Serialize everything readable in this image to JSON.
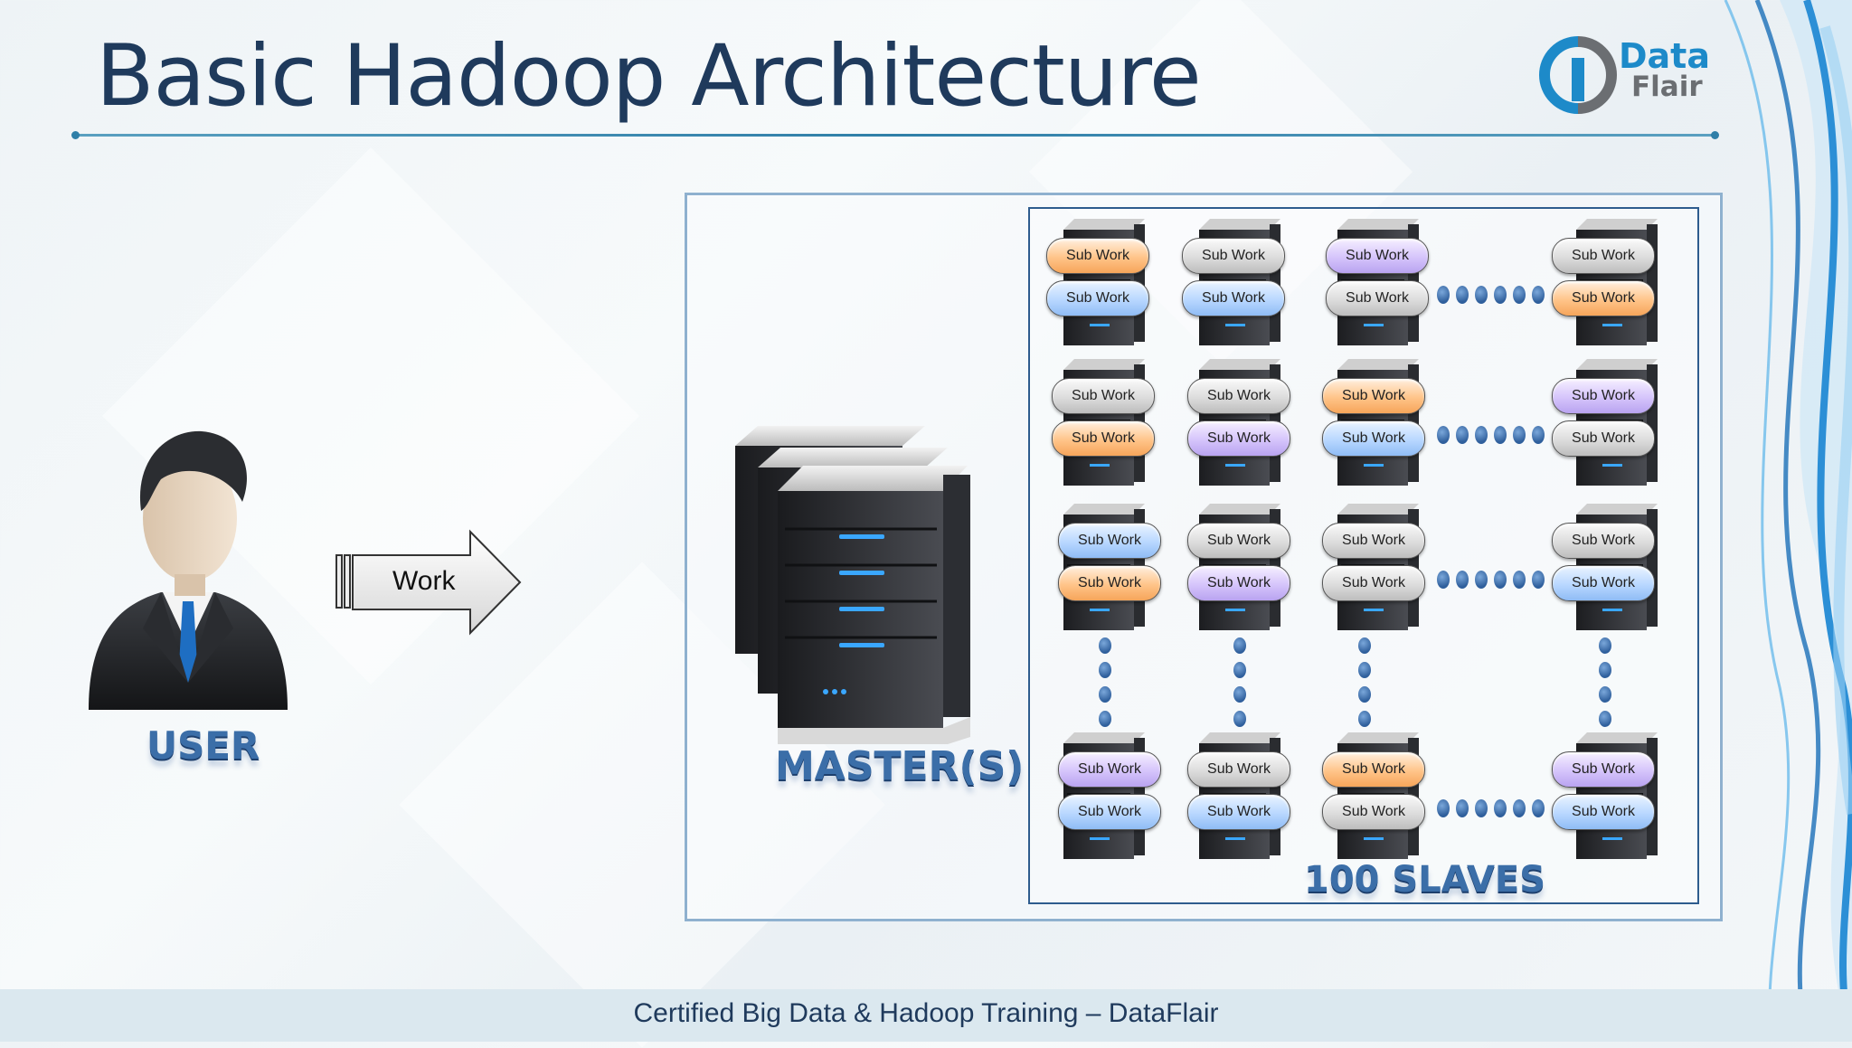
{
  "title": "Basic Hadoop Architecture",
  "logo": {
    "line1": "Data",
    "line2": "Flair"
  },
  "user": {
    "label": "USER"
  },
  "arrow": {
    "label": "Work"
  },
  "master": {
    "label": "MASTER(S)"
  },
  "slaves": {
    "label": "100 SLAVES",
    "pill_label": "Sub Work",
    "grid": [
      [
        [
          "orange",
          "blue"
        ],
        [
          "grey",
          "blue"
        ],
        [
          "purple",
          "grey"
        ],
        [
          "grey",
          "orange"
        ]
      ],
      [
        [
          "grey",
          "orange"
        ],
        [
          "grey",
          "purple"
        ],
        [
          "orange",
          "blue"
        ],
        [
          "purple",
          "grey"
        ]
      ],
      [
        [
          "blue",
          "orange"
        ],
        [
          "grey",
          "purple"
        ],
        [
          "grey",
          "grey"
        ],
        [
          "grey",
          "blue"
        ]
      ],
      [
        [
          "purple",
          "blue"
        ],
        [
          "grey",
          "blue"
        ],
        [
          "orange",
          "grey"
        ],
        [
          "purple",
          "blue"
        ]
      ]
    ]
  },
  "footer": "Certified Big Data & Hadoop Training – DataFlair",
  "colors": {
    "orange": "#ffc489",
    "blue": "#b8d7ff",
    "grey": "#dcdcdc",
    "purple": "#d5c4fb",
    "title": "#1f3a5c",
    "accent": "#2f7fa8"
  }
}
